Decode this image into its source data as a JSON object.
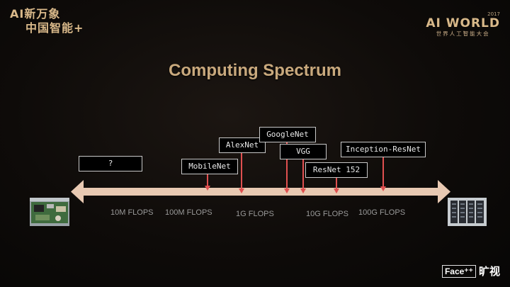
{
  "branding": {
    "top_left_line1": "AI新万象",
    "top_left_line2": "中国智能+",
    "top_right_year": "2017",
    "top_right_name": "AI WORLD",
    "top_right_sub": "世界人工智能大会",
    "bottom_right_box": "Face⁺⁺",
    "bottom_right_text": "旷视"
  },
  "slide": {
    "title": "Computing Spectrum"
  },
  "models": {
    "unknown": "?",
    "mobilenet": "MobileNet",
    "alexnet": "AlexNet",
    "googlenet": "GoogleNet",
    "vgg": "VGG",
    "resnet152": "ResNet 152",
    "inception_resnet": "Inception-ResNet"
  },
  "scale": {
    "f10m": "10M FLOPS",
    "f100m": "100M FLOPS",
    "f1g": "1G FLOPS",
    "f10g": "10G FLOPS",
    "f100g": "100G FLOPS"
  },
  "colors": {
    "accent_gold": "#c9a97d",
    "arrow_color": "#e8c9b2",
    "marker_color": "#e05050"
  }
}
